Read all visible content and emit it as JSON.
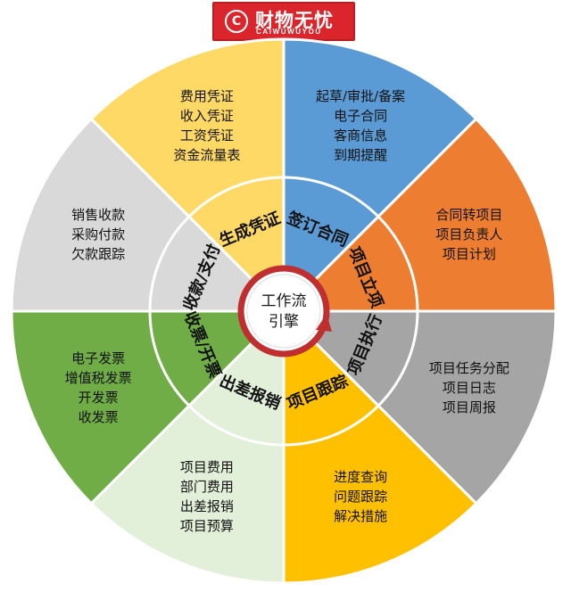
{
  "logo": {
    "name": "财物无忧",
    "subtitle": "CAIWUWUYOU",
    "mark": "C"
  },
  "center": {
    "line1": "工作流",
    "line2": "引擎"
  },
  "segments": [
    {
      "key": "sign-contract",
      "label": "签订合同",
      "color": "#5b9bd5",
      "items": [
        "起草/审批/备案",
        "电子合同",
        "客商信息",
        "到期提醒"
      ]
    },
    {
      "key": "project-setup",
      "label": "项目立项",
      "color": "#ed7d31",
      "items": [
        "合同转项目",
        "项目负责人",
        "项目计划"
      ]
    },
    {
      "key": "project-execution",
      "label": "项目执行",
      "color": "#a5a5a5",
      "items": [
        "项目任务分配",
        "项目日志",
        "项目周报"
      ]
    },
    {
      "key": "project-tracking",
      "label": "项目跟踪",
      "color": "#ffc000",
      "items": [
        "进度查询",
        "问题跟踪",
        "解决措施"
      ]
    },
    {
      "key": "expense-claim",
      "label": "出差报销",
      "color": "#e2efd9",
      "items": [
        "项目费用",
        "部门费用",
        "出差报销",
        "项目预算"
      ]
    },
    {
      "key": "invoice",
      "label": "收票/开票",
      "color": "#70ad47",
      "items": [
        "电子发票",
        "增值税发票",
        "开发票",
        "收发票"
      ]
    },
    {
      "key": "payment",
      "label": "收款/支付",
      "color": "#d9d9d9",
      "items": [
        "销售收款",
        "采购付款",
        "欠款跟踪"
      ]
    },
    {
      "key": "voucher",
      "label": "生成凭证",
      "color": "#ffd966",
      "items": [
        "费用凭证",
        "收入凭证",
        "工资凭证",
        "资金流量表"
      ]
    }
  ]
}
